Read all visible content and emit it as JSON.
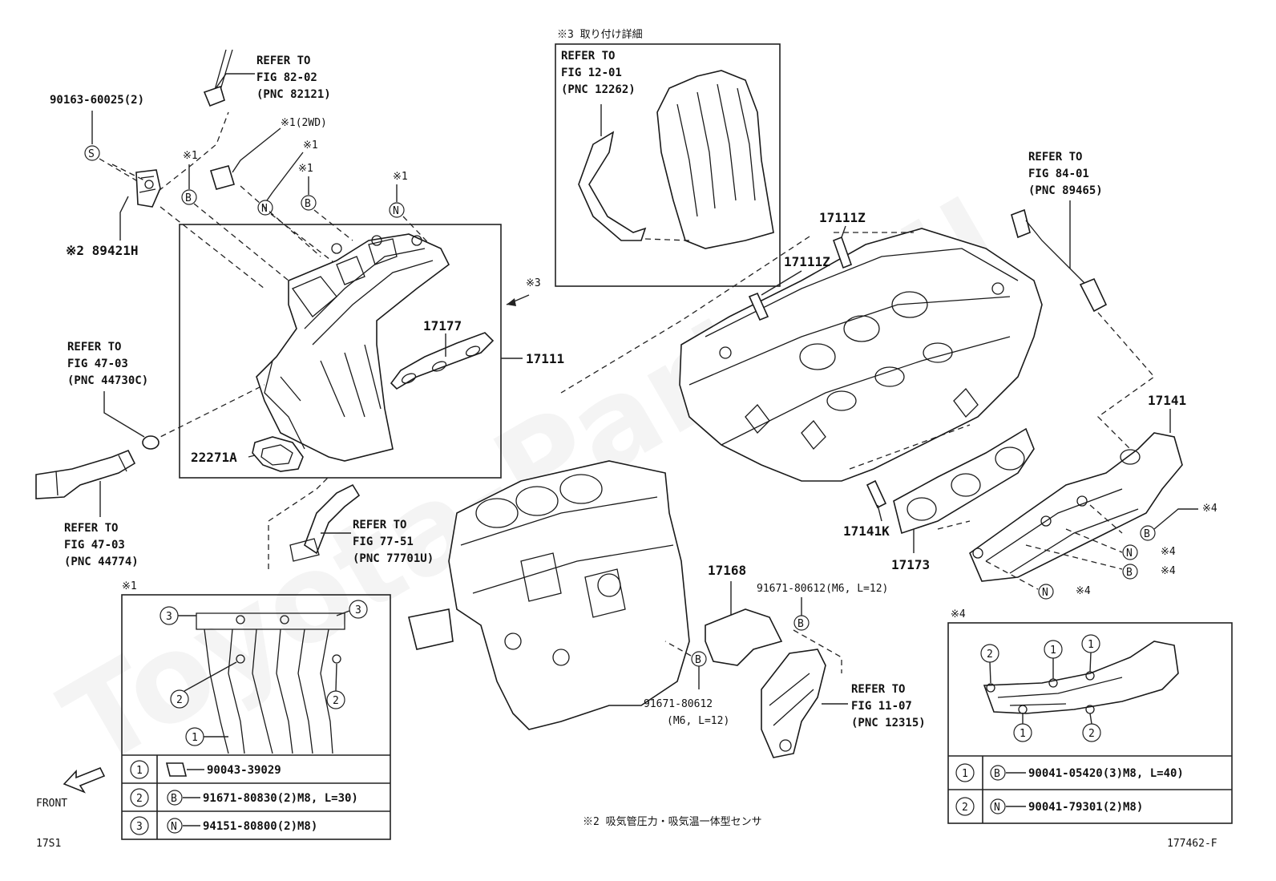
{
  "watermark": "Toyota-Parts.ru",
  "labels": {
    "refer_8202": [
      "REFER TO",
      "FIG 82-02",
      "(PNC 82121)"
    ],
    "pn_9016360025": "90163-60025(2)",
    "note1_2wd": "※1(2WD)",
    "note1_a": "※1",
    "note1_b": "※1",
    "note1_c": "※1",
    "note1_d": "※1",
    "pn_89421h": "※2 89421H",
    "note3_arrow": "※3",
    "pn_17177": "17177",
    "pn_17111": "17111",
    "refer_4703_top": [
      "REFER TO",
      "FIG 47-03",
      "(PNC 44730C)"
    ],
    "pn_22271a": "22271A",
    "refer_4703_bot": [
      "REFER TO",
      "FIG 47-03",
      "(PNC 44774)"
    ],
    "refer_7751": [
      "REFER TO",
      "FIG 77-51",
      "(PNC 77701U)"
    ],
    "detail3_title": "※3 取り付け詳細",
    "refer_1201": [
      "REFER TO",
      "FIG 12-01",
      "(PNC 12262)"
    ],
    "pn_17111z_a": "17111Z",
    "pn_17111z_b": "17111Z",
    "refer_8401": [
      "REFER TO",
      "FIG 84-01",
      "(PNC 89465)"
    ],
    "pn_17141": "17141",
    "pn_17141k": "17141K",
    "pn_17173": "17173",
    "note4_b1": "※4",
    "note4_n1": "※4",
    "note4_b2": "※4",
    "note4_n2": "※4",
    "pn_17168": "17168",
    "pn_9167180612_top": "91671-80612(M6, L=12)",
    "pn_9167180612_bot": [
      "91671-80612",
      "(M6, L=12)"
    ],
    "refer_1107": [
      "REFER TO",
      "FIG 11-07",
      "(PNC 12315)"
    ],
    "note2_text": "※2 吸気管圧力・吸気温一体型センサ",
    "front": "FRONT",
    "code_left": "17S1",
    "code_right": "177462-F",
    "sym_s": "S",
    "sym_b": "B",
    "sym_n": "N"
  },
  "detail1": {
    "title": "※1",
    "callouts": [
      "3",
      "3",
      "2",
      "2",
      "1"
    ],
    "rows": [
      {
        "num": "1",
        "prefix": "",
        "part": "90043-39029"
      },
      {
        "num": "2",
        "prefix": "B",
        "part": "91671-80830(2)M8, L=30)"
      },
      {
        "num": "3",
        "prefix": "N",
        "part": "94151-80800(2)M8)"
      }
    ]
  },
  "detail4": {
    "title": "※4",
    "callouts": [
      "2",
      "1",
      "1",
      "1",
      "2"
    ],
    "rows": [
      {
        "num": "1",
        "prefix": "B",
        "part": "90041-05420(3)M8, L=40)"
      },
      {
        "num": "2",
        "prefix": "N",
        "part": "90041-79301(2)M8)"
      }
    ]
  }
}
